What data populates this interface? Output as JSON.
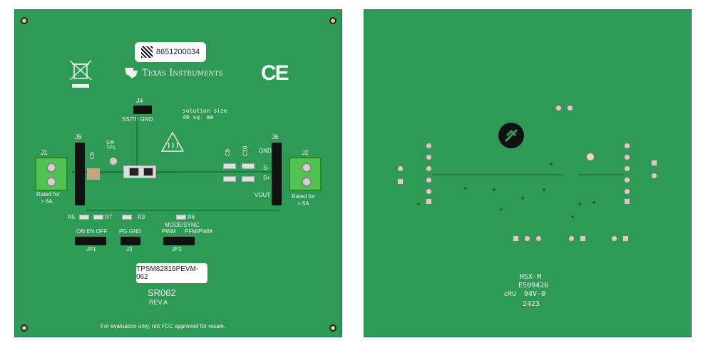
{
  "top": {
    "barcode_number": "8651200034",
    "brand": "Texas Instruments",
    "ce_mark": "CE",
    "solution_size_line1": "solution size",
    "solution_size_line2": "46 sq. mm",
    "j1": "J1",
    "j2": "J2",
    "j4": "J4",
    "j5": "J5",
    "j6": "J6",
    "j4_label": "SS/TR GND",
    "tp1": "SW TP1",
    "c5": "C5",
    "c9": "C9",
    "c10": "C10",
    "j6_gnd": "GND",
    "j6_sminus": "S-",
    "j6_splus": "S+",
    "vout": "VOUT",
    "rated_left_1": "Rated for",
    "rated_left_2": "> 6A",
    "rated_right_1": "Rated for",
    "rated_right_2": "> 6A",
    "r5": "R5",
    "r7": "R7",
    "r3": "R3",
    "r6": "R6",
    "mode_sync": "MODE/SYNC",
    "pwm": "PWM",
    "pfm_pwm": "PFM/PWM",
    "jp1_labels": "ON EN OFF",
    "j3_labels": "PG GND",
    "jp1": "JP1",
    "j3": "J3",
    "jp2": "JP2",
    "part_number": "TPSM82816PEVM-062",
    "board_id": "SR062",
    "rev": "REV.A",
    "footer": "For evaluation only; not FCC approved for resale."
  },
  "bottom": {
    "maker": "HSX-M",
    "ul_file": "E509426",
    "rating": "94V-0",
    "ul_mark": "cRU",
    "date_code": "2423"
  }
}
